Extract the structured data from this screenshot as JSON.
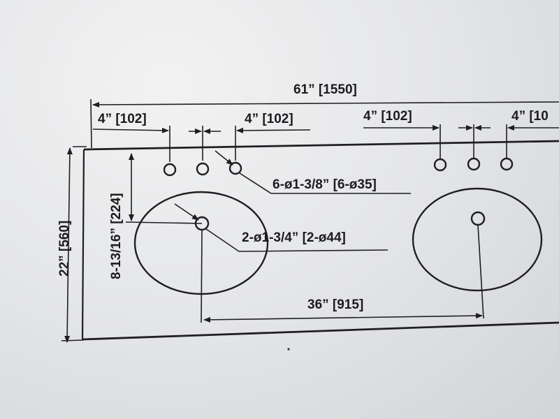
{
  "drawing": {
    "overall_width": "61” [1550]",
    "faucet_spacing_left_a": "4” [102]",
    "faucet_spacing_left_b": "4” [102]",
    "faucet_spacing_right_a": "4” [102]",
    "faucet_spacing_right_b": "4” [10",
    "faucet_holes": "6-ø1-3/8” [6-ø35]",
    "drain_holes": "2-ø1-3/4” [2-ø44]",
    "sink_center_distance": "36” [915]",
    "overall_depth": "22” [560]",
    "front_to_drain": "8-13/16” [224]"
  },
  "colors": {
    "line": "#1f1f22",
    "paper": "#e6e7e9"
  }
}
